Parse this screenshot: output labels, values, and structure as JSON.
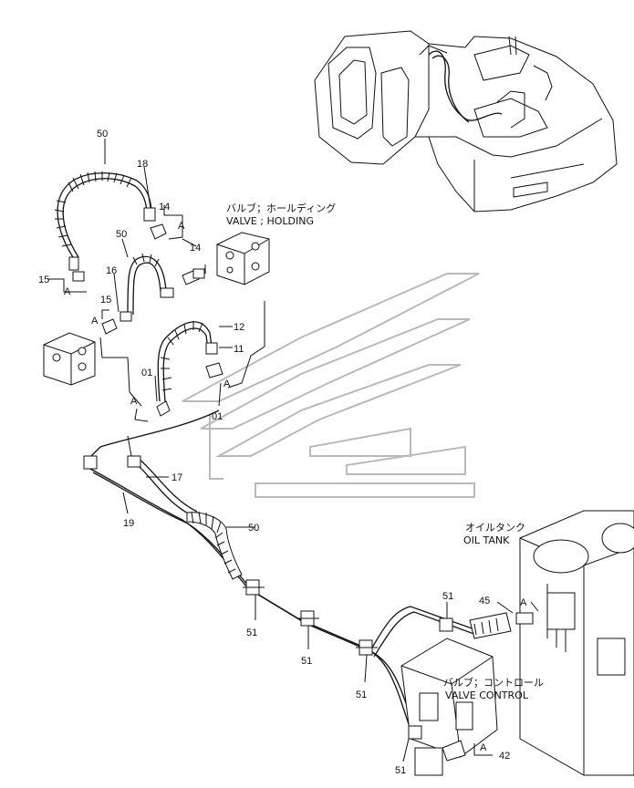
{
  "labels": {
    "valve_holding_jp": "バルブ；ホールディング",
    "valve_holding_en": "VALVE ; HOLDING",
    "oil_tank_jp": "オイルタンク",
    "oil_tank_en": "OIL TANK",
    "valve_control_jp": "バルブ；コントロール",
    "valve_control_en": "VALVE CONTROL"
  },
  "callouts": {
    "c50_top": "50",
    "c18": "18",
    "c14_a": "14",
    "c14_b": "14",
    "c50_mid": "50",
    "c16": "16",
    "c15_a": "15",
    "c15_b": "15",
    "c12": "12",
    "c11": "11",
    "c01_a": "01",
    "c01_b": "01",
    "c17": "17",
    "c19": "19",
    "c50_low": "50",
    "c51_a": "51",
    "c51_b": "51",
    "c51_c": "51",
    "c51_d": "51",
    "c51_e": "51",
    "c45": "45",
    "c42": "42"
  },
  "markers": {
    "a1": "A",
    "a2": "A",
    "a3": "A",
    "a4": "A",
    "a5": "A",
    "a6": "A",
    "a7": "A"
  }
}
